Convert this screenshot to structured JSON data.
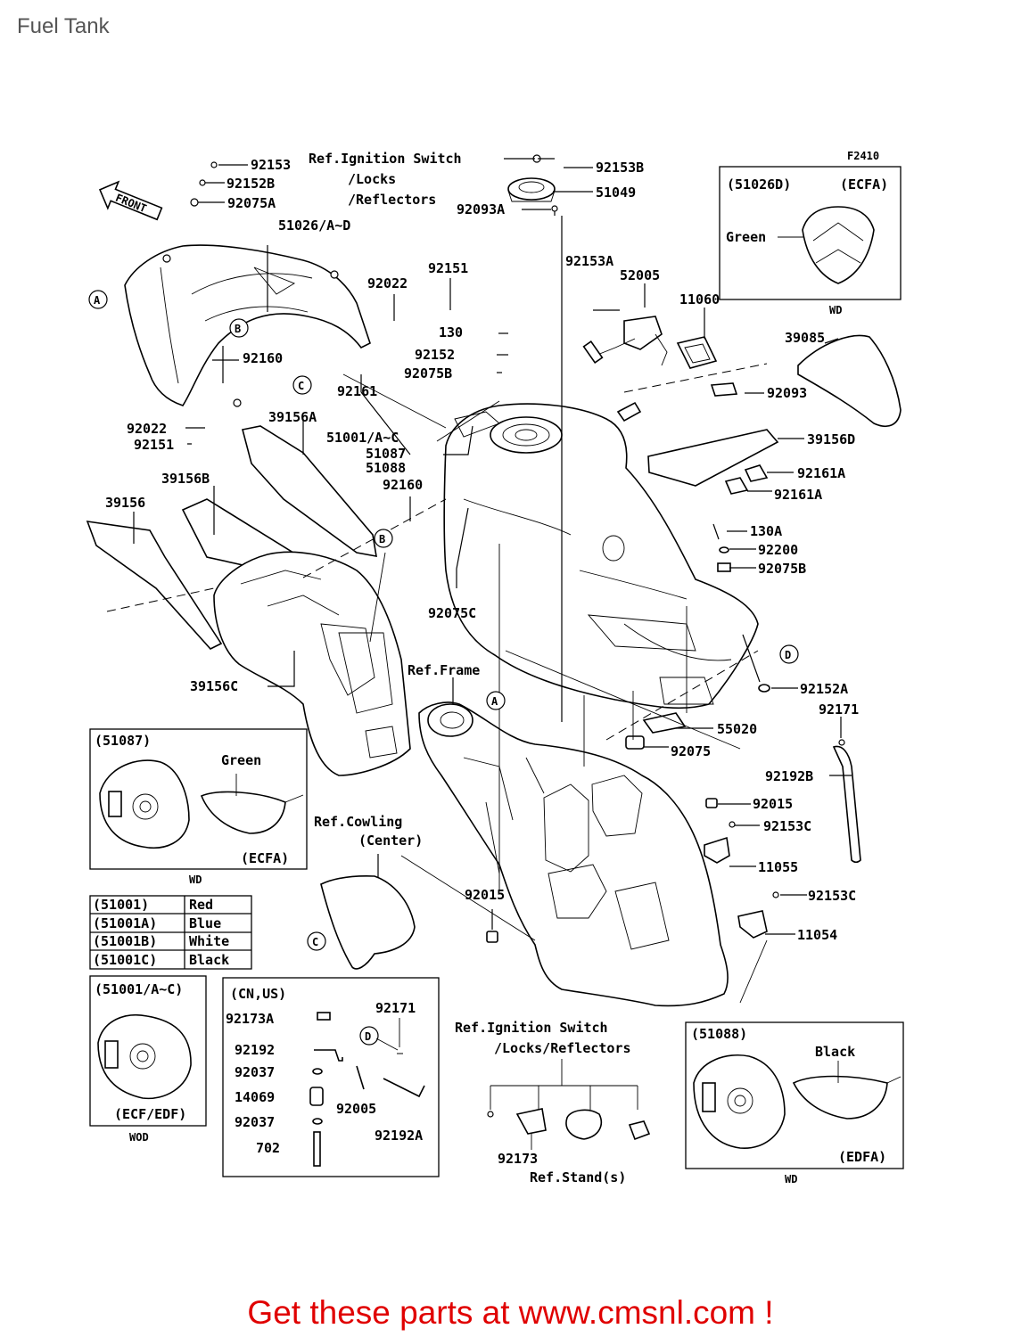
{
  "page": {
    "title": "Fuel Tank",
    "figure_code": "F2410",
    "footer": "Get these parts at www.cmsnl.com !"
  },
  "front_arrow": "FRONT",
  "refs": {
    "ignition_top_1": "Ref.Ignition Switch",
    "ignition_top_2": "/Locks",
    "ignition_top_3": "/Reflectors",
    "frame": "Ref.Frame",
    "cowling_1": "Ref.Cowling",
    "cowling_2": "(Center)",
    "ignition_bottom_1": "Ref.Ignition Switch",
    "ignition_bottom_2": "/Locks/Reflectors",
    "stand": "Ref.Stand(s)"
  },
  "parts": {
    "p92153": "92153",
    "p92152B": "92152B",
    "p92075A": "92075A",
    "p51026": "51026/A~D",
    "p92022a": "92022",
    "p92151a": "92151",
    "p130": "130",
    "p92152": "92152",
    "p92075B": "92075B",
    "p92160a": "92160",
    "p92161": "92161",
    "p92022b": "92022",
    "p92151b": "92151",
    "p39156A": "39156A",
    "p51001": "51001/A~C",
    "p51087": "51087",
    "p51088": "51088",
    "p92160b": "92160",
    "p39156B": "39156B",
    "p39156": "39156",
    "p92075C": "92075C",
    "p39156C": "39156C",
    "p92153B": "92153B",
    "p51049": "51049",
    "p92093A": "92093A",
    "p92153A": "92153A",
    "p52005": "52005",
    "p11060": "11060",
    "p39085": "39085",
    "p92093": "92093",
    "p39156D": "39156D",
    "p92161A1": "92161A",
    "p92161A2": "92161A",
    "p130A": "130A",
    "p92200": "92200",
    "p92075B2": "92075B",
    "p92152A": "92152A",
    "p92171a": "92171",
    "p55020": "55020",
    "p92075": "92075",
    "p92192B": "92192B",
    "p92015a": "92015",
    "p92153C1": "92153C",
    "p11055": "11055",
    "p92153C2": "92153C",
    "p11054": "11054",
    "p92015b": "92015"
  },
  "callouts": {
    "A1": "A",
    "B1": "B",
    "C1": "C",
    "B2": "B",
    "D1": "D",
    "A2": "A",
    "C2": "C",
    "D2": "D"
  },
  "inset_51026D": {
    "code": "(51026D)",
    "market": "(ECFA)",
    "color": "Green",
    "note": "WD"
  },
  "inset_51087": {
    "code": "(51087)",
    "color": "Green",
    "market": "(ECFA)",
    "note": "WD"
  },
  "color_table": {
    "rows": [
      {
        "code": "(51001)",
        "color": "Red"
      },
      {
        "code": "(51001A)",
        "color": "Blue"
      },
      {
        "code": "(51001B)",
        "color": "White"
      },
      {
        "code": "(51001C)",
        "color": "Black"
      }
    ]
  },
  "inset_51001": {
    "code": "(51001/A~C)",
    "market": "(ECF/EDF)",
    "note": "WOD"
  },
  "inset_cnus": {
    "title": "(CN,US)",
    "parts": {
      "a": "92173A",
      "b": "92192",
      "c": "92037",
      "d": "14069",
      "e": "92037",
      "f": "702",
      "g": "92171",
      "h": "92005",
      "i": "92192A",
      "callout": "D"
    }
  },
  "inset_bottom": {
    "part": "92173"
  },
  "inset_51088": {
    "code": "(51088)",
    "color": "Black",
    "market": "(EDFA)",
    "note": "WD"
  }
}
